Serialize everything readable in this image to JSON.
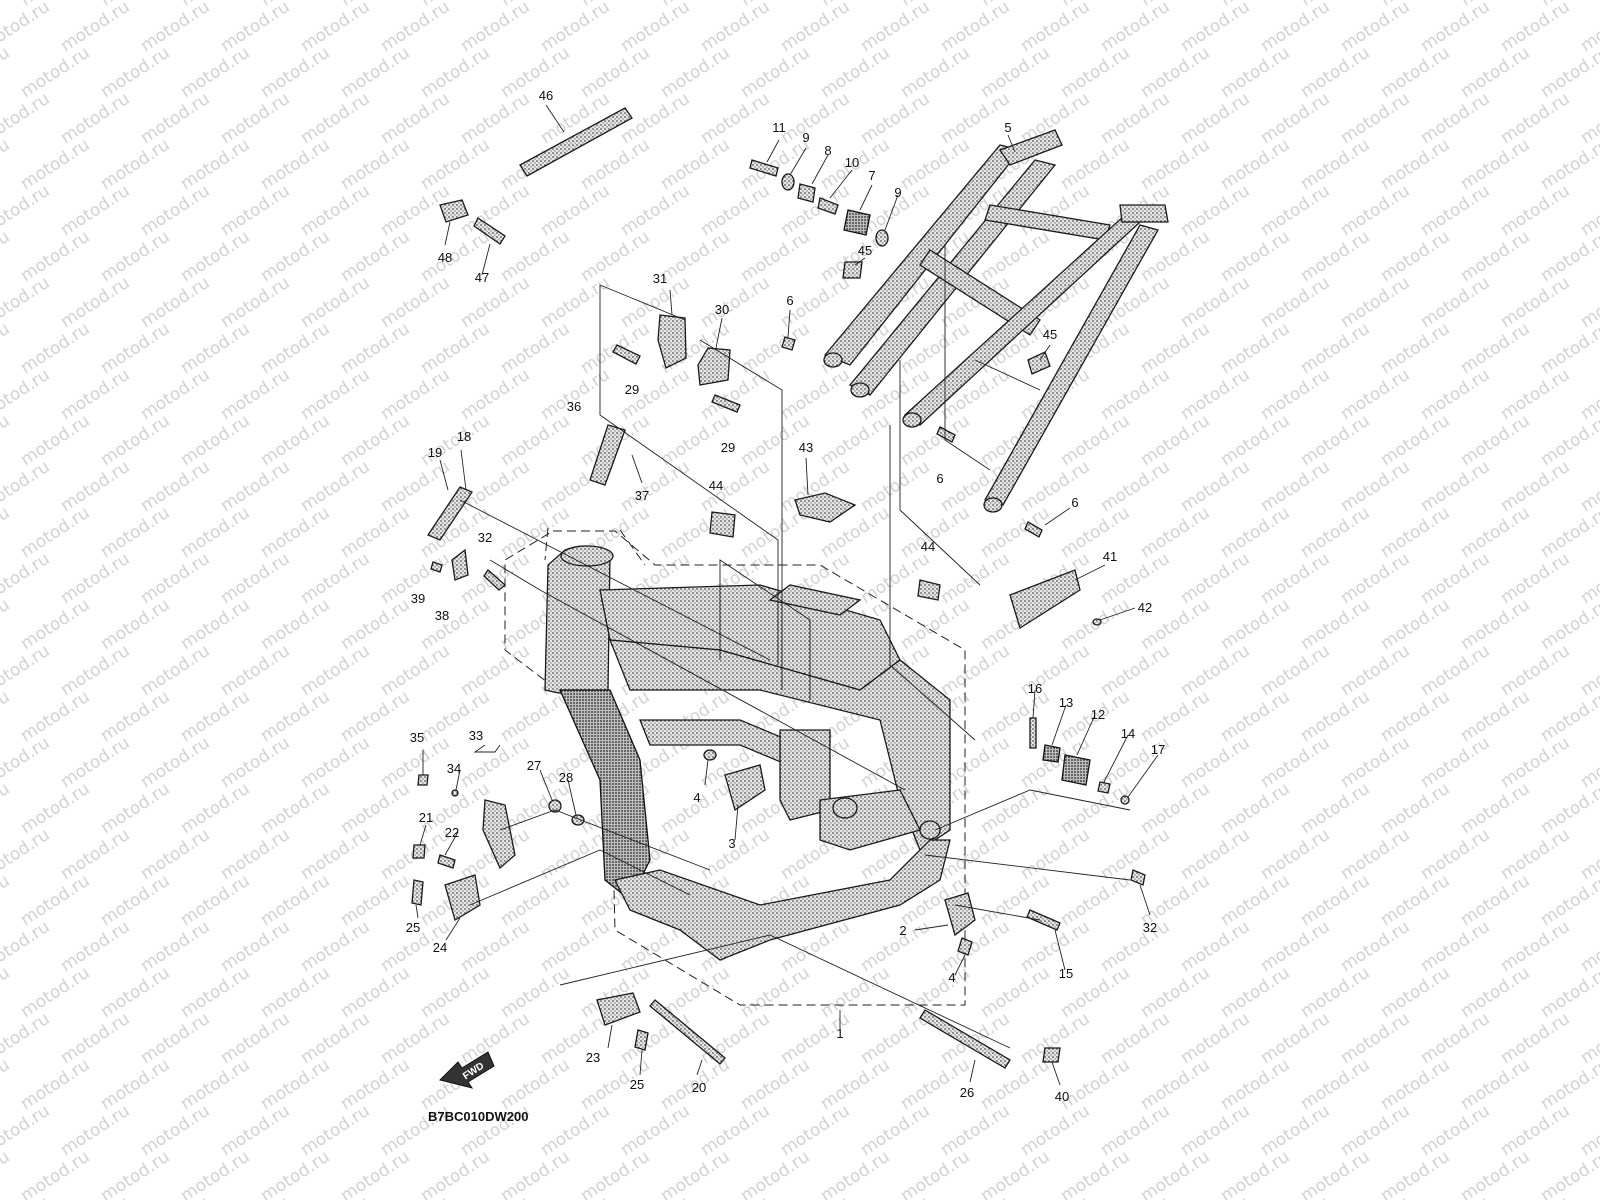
{
  "watermark": "motod.ru",
  "diagram_code": "B7BC010DW200",
  "forward_arrow_label": "FWD",
  "callouts": [
    {
      "id": "46",
      "label": "46"
    },
    {
      "id": "48",
      "label": "48"
    },
    {
      "id": "47",
      "label": "47"
    },
    {
      "id": "11",
      "label": "11"
    },
    {
      "id": "9a",
      "label": "9"
    },
    {
      "id": "8",
      "label": "8"
    },
    {
      "id": "10",
      "label": "10"
    },
    {
      "id": "7",
      "label": "7"
    },
    {
      "id": "9b",
      "label": "9"
    },
    {
      "id": "5",
      "label": "5"
    },
    {
      "id": "45a",
      "label": "45"
    },
    {
      "id": "31",
      "label": "31"
    },
    {
      "id": "30",
      "label": "30"
    },
    {
      "id": "6a",
      "label": "6"
    },
    {
      "id": "29a",
      "label": "29"
    },
    {
      "id": "29b",
      "label": "29"
    },
    {
      "id": "45b",
      "label": "45"
    },
    {
      "id": "36",
      "label": "36"
    },
    {
      "id": "43",
      "label": "43"
    },
    {
      "id": "6b",
      "label": "6"
    },
    {
      "id": "19",
      "label": "19"
    },
    {
      "id": "18",
      "label": "18"
    },
    {
      "id": "37",
      "label": "37"
    },
    {
      "id": "44a",
      "label": "44"
    },
    {
      "id": "6c",
      "label": "6"
    },
    {
      "id": "32a",
      "label": "32"
    },
    {
      "id": "41",
      "label": "41"
    },
    {
      "id": "44b",
      "label": "44"
    },
    {
      "id": "39",
      "label": "39"
    },
    {
      "id": "38",
      "label": "38"
    },
    {
      "id": "42",
      "label": "42"
    },
    {
      "id": "16",
      "label": "16"
    },
    {
      "id": "13",
      "label": "13"
    },
    {
      "id": "12",
      "label": "12"
    },
    {
      "id": "14",
      "label": "14"
    },
    {
      "id": "17",
      "label": "17"
    },
    {
      "id": "35",
      "label": "35"
    },
    {
      "id": "33",
      "label": "33"
    },
    {
      "id": "34",
      "label": "34"
    },
    {
      "id": "27",
      "label": "27"
    },
    {
      "id": "28",
      "label": "28"
    },
    {
      "id": "4a",
      "label": "4"
    },
    {
      "id": "3",
      "label": "3"
    },
    {
      "id": "21",
      "label": "21"
    },
    {
      "id": "22",
      "label": "22"
    },
    {
      "id": "25a",
      "label": "25"
    },
    {
      "id": "24",
      "label": "24"
    },
    {
      "id": "32b",
      "label": "32"
    },
    {
      "id": "2",
      "label": "2"
    },
    {
      "id": "15",
      "label": "15"
    },
    {
      "id": "4b",
      "label": "4"
    },
    {
      "id": "1",
      "label": "1"
    },
    {
      "id": "23",
      "label": "23"
    },
    {
      "id": "25b",
      "label": "25"
    },
    {
      "id": "20",
      "label": "20"
    },
    {
      "id": "26",
      "label": "26"
    },
    {
      "id": "40",
      "label": "40"
    }
  ]
}
